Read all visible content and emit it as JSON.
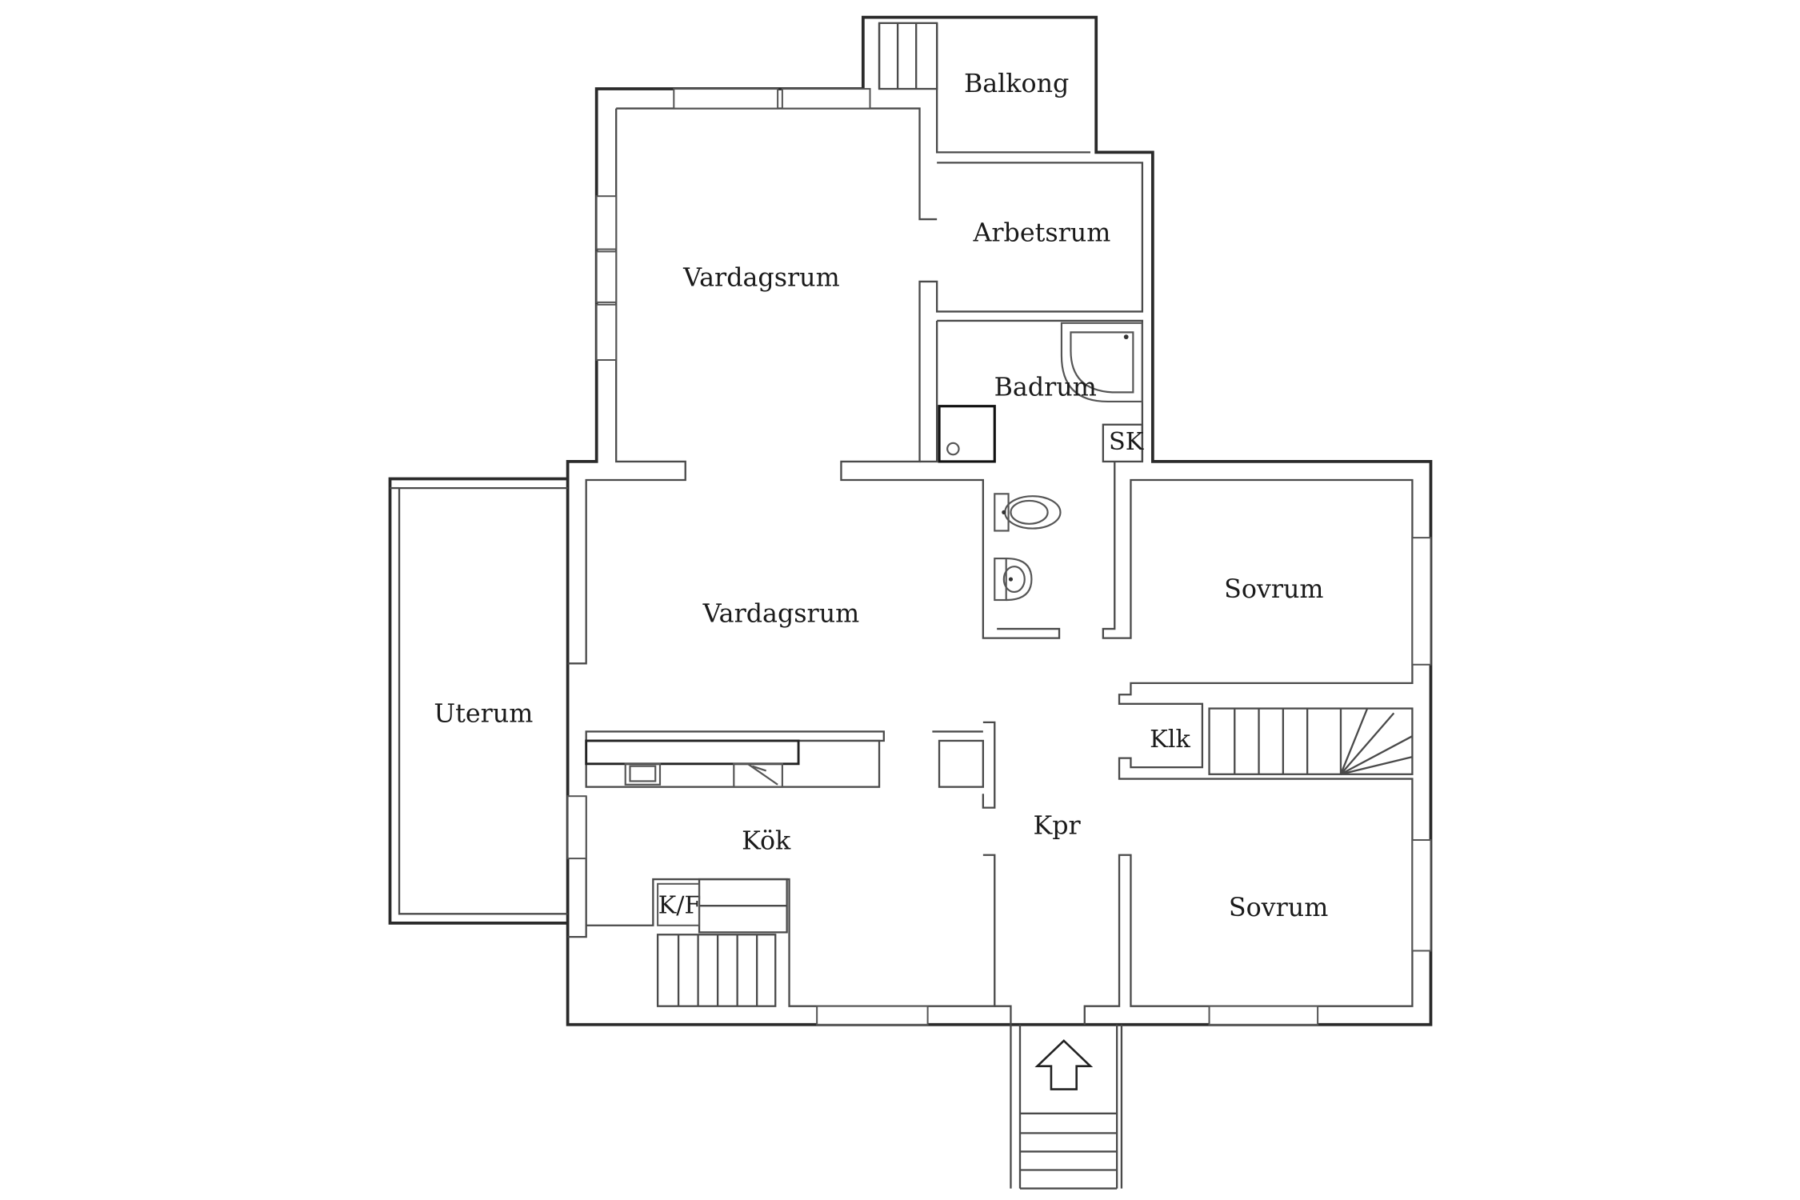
{
  "rooms": {
    "balkong": "Balkong",
    "arbetsrum": "Arbetsrum",
    "vardagsrum_top": "Vardagsrum",
    "badrum": "Badrum",
    "sk": "SK",
    "vardagsrum_mid": "Vardagsrum",
    "sovrum_top": "Sovrum",
    "uterum": "Uterum",
    "klk": "Klk",
    "kok": "Kök",
    "kpr": "Kpr",
    "kf": "K/F",
    "sovrum_bottom": "Sovrum"
  },
  "icons": {
    "entrance": "up-arrow-icon",
    "bathtub": "corner-bathtub-icon",
    "shower": "shower-icon",
    "toilet": "toilet-icon",
    "sink": "sink-icon",
    "stove": "stove-icon",
    "kitchen_sink": "kitchen-sink-icon",
    "staircase": "staircase-icon"
  },
  "colors": {
    "line": "#2a2a2a",
    "background": "#ffffff"
  }
}
